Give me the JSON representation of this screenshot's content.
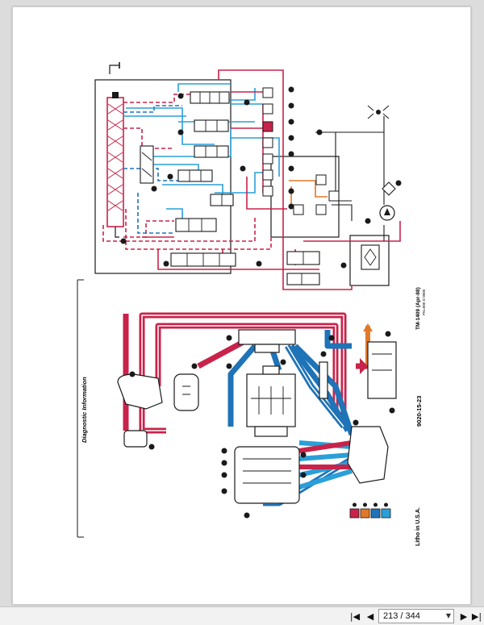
{
  "document": {
    "section_title": "Diagnostic Information",
    "footer_left": "Litho in U.S.A.",
    "footer_center": "9020-15-23",
    "footer_right": "TM-1409 (Apr-88)",
    "footer_right_sub": "PN=000 D 0000"
  },
  "diagram": {
    "line_colors": {
      "hydraulic_pressure": "#c8234a",
      "return": "#1f73b7",
      "pilot": "#2a9fd8",
      "orange_line": "#e0782a",
      "black": "#1a1a1a"
    },
    "legend_colors": [
      "#c8234a",
      "#e0782a",
      "#1f73b7",
      "#2a9fd8"
    ]
  },
  "toolbar": {
    "first_icon": "first-page-icon",
    "prev_icon": "previous-page-icon",
    "page_indicator": "213 / 344",
    "next_icon": "next-page-icon",
    "last_icon": "last-page-icon"
  }
}
